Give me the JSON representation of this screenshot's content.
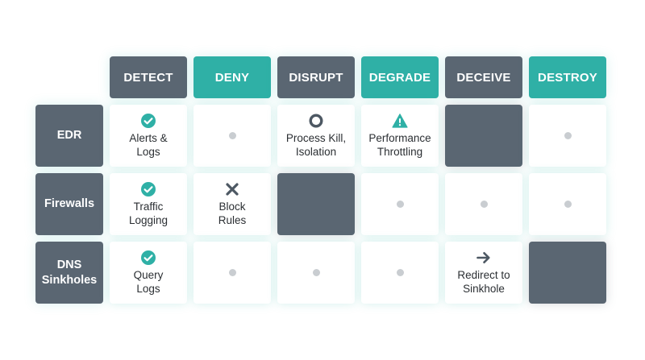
{
  "columns": [
    {
      "label": "DETECT",
      "style": "slate"
    },
    {
      "label": "DENY",
      "style": "teal"
    },
    {
      "label": "DISRUPT",
      "style": "slate"
    },
    {
      "label": "DEGRADE",
      "style": "teal"
    },
    {
      "label": "DECEIVE",
      "style": "slate"
    },
    {
      "label": "DESTROY",
      "style": "teal"
    }
  ],
  "rows": [
    {
      "label": "EDR",
      "cells": [
        {
          "kind": "text",
          "icon": "check-circle-icon",
          "text": "Alerts &\nLogs"
        },
        {
          "kind": "empty"
        },
        {
          "kind": "text",
          "icon": "ring-icon",
          "text": "Process Kill,\nIsolation"
        },
        {
          "kind": "text",
          "icon": "warning-icon",
          "text": "Performance\nThrottling"
        },
        {
          "kind": "blocked"
        },
        {
          "kind": "empty"
        }
      ]
    },
    {
      "label": "Firewalls",
      "cells": [
        {
          "kind": "text",
          "icon": "check-circle-icon",
          "text": "Traffic\nLogging"
        },
        {
          "kind": "text",
          "icon": "x-icon",
          "text": "Block\nRules"
        },
        {
          "kind": "blocked"
        },
        {
          "kind": "empty"
        },
        {
          "kind": "empty"
        },
        {
          "kind": "empty"
        }
      ]
    },
    {
      "label": "DNS\nSinkholes",
      "cells": [
        {
          "kind": "text",
          "icon": "check-circle-icon",
          "text": "Query\nLogs"
        },
        {
          "kind": "empty"
        },
        {
          "kind": "empty"
        },
        {
          "kind": "empty"
        },
        {
          "kind": "text",
          "icon": "arrow-right-icon",
          "text": "Redirect to\nSinkhole"
        },
        {
          "kind": "blocked"
        }
      ]
    }
  ],
  "colors": {
    "slate": "#5a6672",
    "teal": "#2fb0a6",
    "dot": "#c9cdd1",
    "icon_dark": "#4d5863",
    "text": "#2b2f33"
  }
}
